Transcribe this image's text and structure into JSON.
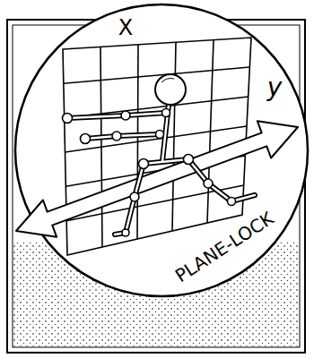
{
  "diagram": {
    "labels": [
      "X",
      "y",
      "PLANE-LOCK"
    ]
  }
}
